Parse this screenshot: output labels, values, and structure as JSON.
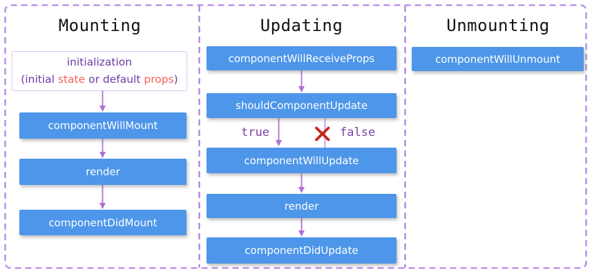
{
  "colors": {
    "box_blue": "#4d96e9",
    "box_text": "#ffffff",
    "outer_border": "#bb94e8",
    "separator": "#a87edd",
    "arrow": "#b06fd6",
    "false_line": "#cba4ec",
    "branch_label": "#7b3fa8",
    "init_text": "#6b3aa5",
    "init_accent": "#f4635a",
    "init_border": "#b48fe4",
    "cross": "#c5291b",
    "title": "#111111",
    "background": "#ffffff"
  },
  "columns": {
    "mounting": {
      "title": "Mounting",
      "init": {
        "line1": "initialization",
        "line2_open": "(initial ",
        "line2_state": "state",
        "line2_mid": " or default ",
        "line2_props": "props",
        "line2_close": ")"
      },
      "boxes": [
        "componentWillMount",
        "render",
        "componentDidMount"
      ]
    },
    "updating": {
      "title": "Updating",
      "boxes": [
        "componentWillReceiveProps",
        "shouldComponentUpdate",
        "componentWillUpdate",
        "render",
        "componentDidUpdate"
      ],
      "branch_true_label": "true",
      "branch_false_label": "false"
    },
    "unmounting": {
      "title": "Unmounting",
      "boxes": [
        "componentWillUnmount"
      ]
    }
  }
}
